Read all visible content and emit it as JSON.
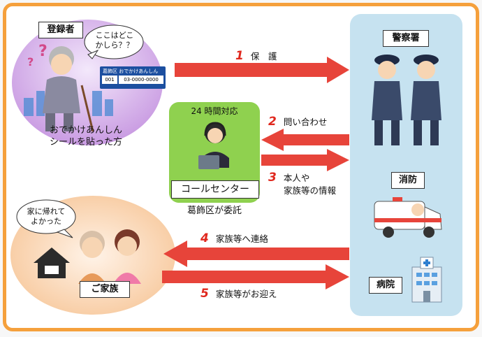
{
  "registrant": {
    "title": "登録者",
    "bubble": [
      "ここはどこ",
      "かしら？？"
    ],
    "sticker_top": "葛飾区 おでかけあんしん",
    "sticker_bottom_left": "001",
    "sticker_bottom_right": "03-0000-0000",
    "caption": [
      "おでかけあんしん",
      "シールを貼った方"
    ]
  },
  "call_center": {
    "hours": "24 時間対応",
    "name": "コールセンター",
    "note": "葛飾区が委託"
  },
  "family": {
    "title": "ご家族",
    "bubble": [
      "家に帰れて",
      "よかった"
    ]
  },
  "agencies": {
    "police": "警察署",
    "fire": "消防",
    "hospital": "病院"
  },
  "steps": [
    {
      "num": "1",
      "label": "保　護"
    },
    {
      "num": "2",
      "label": "問い合わせ"
    },
    {
      "num": "3",
      "label": [
        "本人や",
        "家族等の情報"
      ]
    },
    {
      "num": "4",
      "label": "家族等へ連絡"
    },
    {
      "num": "5",
      "label": "家族等がお迎え"
    }
  ],
  "colors": {
    "frame": "#f5a03c",
    "arrow": "#e7443a",
    "step_number": "#e0281e",
    "agency_panel": "#c6e2f0",
    "call_center_panel": "#8fd14f",
    "registrant_panel": "#c99be2",
    "family_panel": "#f7c79a"
  }
}
